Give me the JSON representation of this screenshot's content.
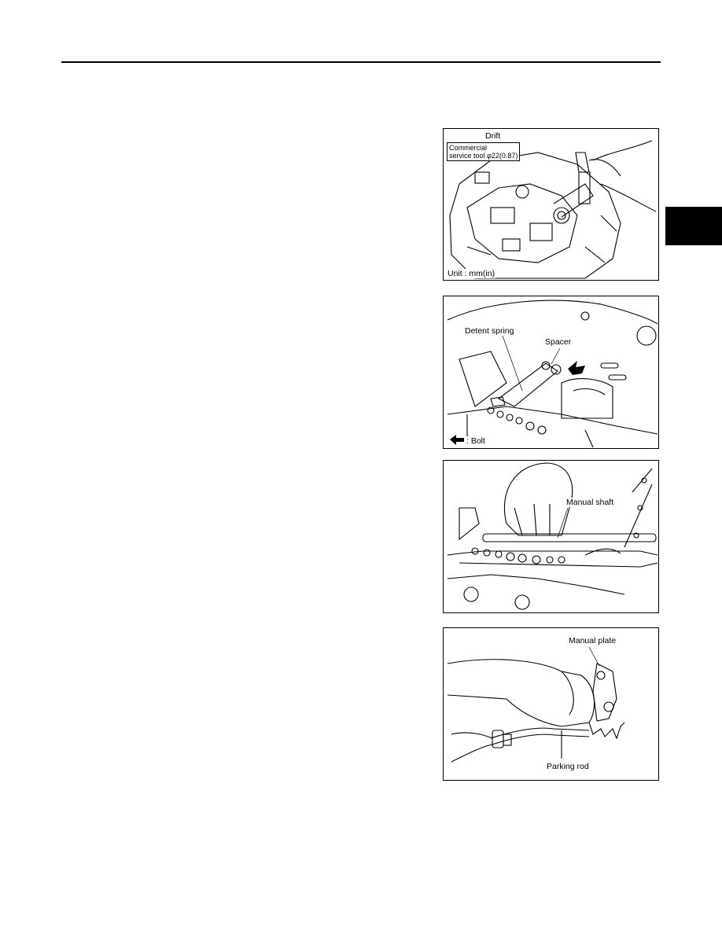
{
  "figures": [
    {
      "id": "fig1",
      "labels": {
        "drift": "Drift",
        "tool_line1": "Commercial",
        "tool_line2_prefix": "service tool ",
        "tool_phi": "φ",
        "tool_value": "22(0.87)",
        "unit": "Unit : mm(in)"
      }
    },
    {
      "id": "fig2",
      "labels": {
        "detent_spring": "Detent spring",
        "spacer": "Spacer",
        "bolt_legend": ": Bolt"
      }
    },
    {
      "id": "fig3",
      "labels": {
        "manual_shaft": "Manual shaft"
      }
    },
    {
      "id": "fig4",
      "labels": {
        "manual_plate": "Manual plate",
        "parking_rod": "Parking rod"
      }
    }
  ]
}
